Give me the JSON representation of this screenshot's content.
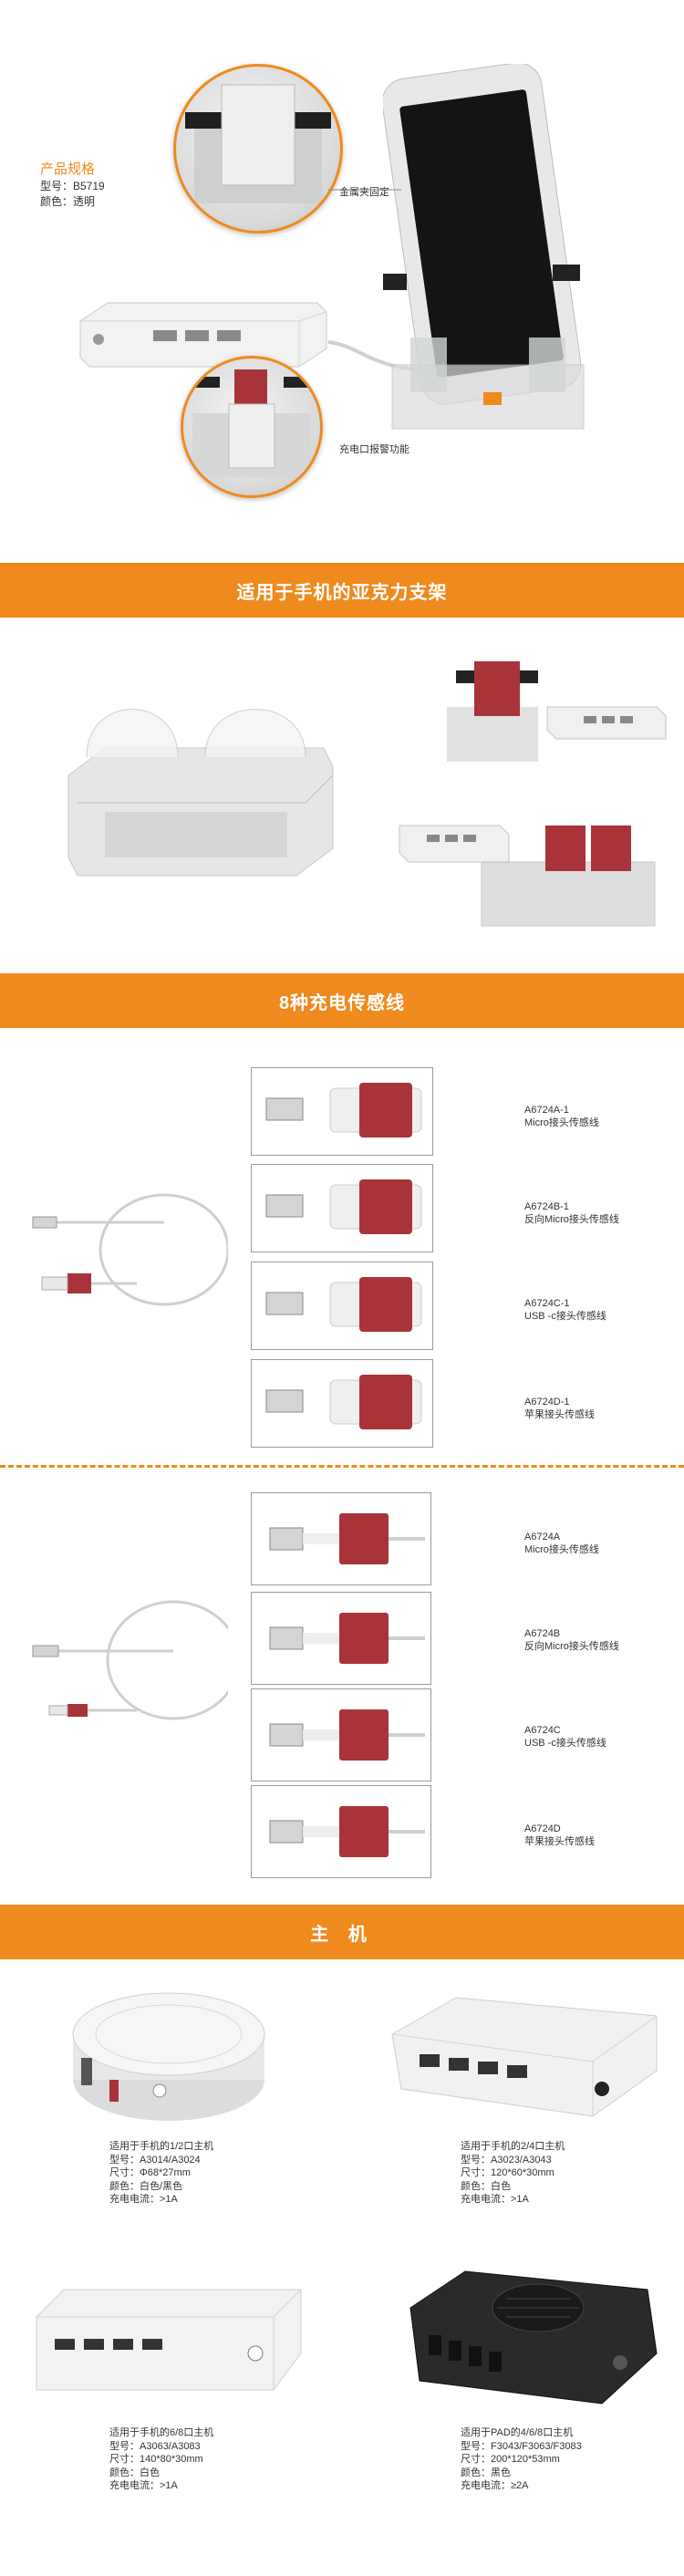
{
  "hero": {
    "spec_title": "产品规格",
    "model_line": "型号：B5719",
    "color_line": "颜色：透明",
    "annotation_clip": "金属夹固定",
    "annotation_alarm": "充电口报警功能"
  },
  "sections": {
    "acrylic_title": "适用于手机的亚克力支架",
    "cable_title": "8种充电传感线",
    "host_title": "主 机"
  },
  "cables_top": [
    {
      "code": "A6724A-1",
      "name": "Micro接头传感线"
    },
    {
      "code": "A6724B-1",
      "name": "反向Micro接头传感线"
    },
    {
      "code": "A6724C-1",
      "name": "USB -c接头传感线"
    },
    {
      "code": "A6724D-1",
      "name": "苹果接头传感线"
    }
  ],
  "cables_bottom": [
    {
      "code": "A6724A",
      "name": "Micro接头传感线"
    },
    {
      "code": "A6724B",
      "name": "反向Micro接头传感线"
    },
    {
      "code": "A6724C",
      "name": "USB -c接头传感线"
    },
    {
      "code": "A6724D",
      "name": "苹果接头传感线"
    }
  ],
  "hosts": [
    {
      "title": "适用于手机的1/2口主机",
      "model": "型号：A3014/A3024",
      "size": "尺寸：Φ68*27mm",
      "color": "颜色：白色/黑色",
      "current": "充电电流：>1A"
    },
    {
      "title": "适用于手机的2/4口主机",
      "model": "型号：A3023/A3043",
      "size": "尺寸：120*60*30mm",
      "color": "颜色：白色",
      "current": "充电电流：>1A"
    },
    {
      "title": "适用于手机的6/8口主机",
      "model": "型号：A3063/A3083",
      "size": "尺寸：140*80*30mm",
      "color": "颜色：白色",
      "current": "充电电流：>1A"
    },
    {
      "title": "适用于PAD的4/6/8口主机",
      "model": "型号：F3043/F3063/F3083",
      "size": "尺寸：200*120*53mm",
      "color": "颜色：黑色",
      "current": "充电电流：≥2A"
    }
  ],
  "colors": {
    "accent": "#ef8a1e",
    "sensor_red": "#a8343a",
    "hub_white": "#f2f2f2",
    "hub_black": "#2a2a2a"
  }
}
